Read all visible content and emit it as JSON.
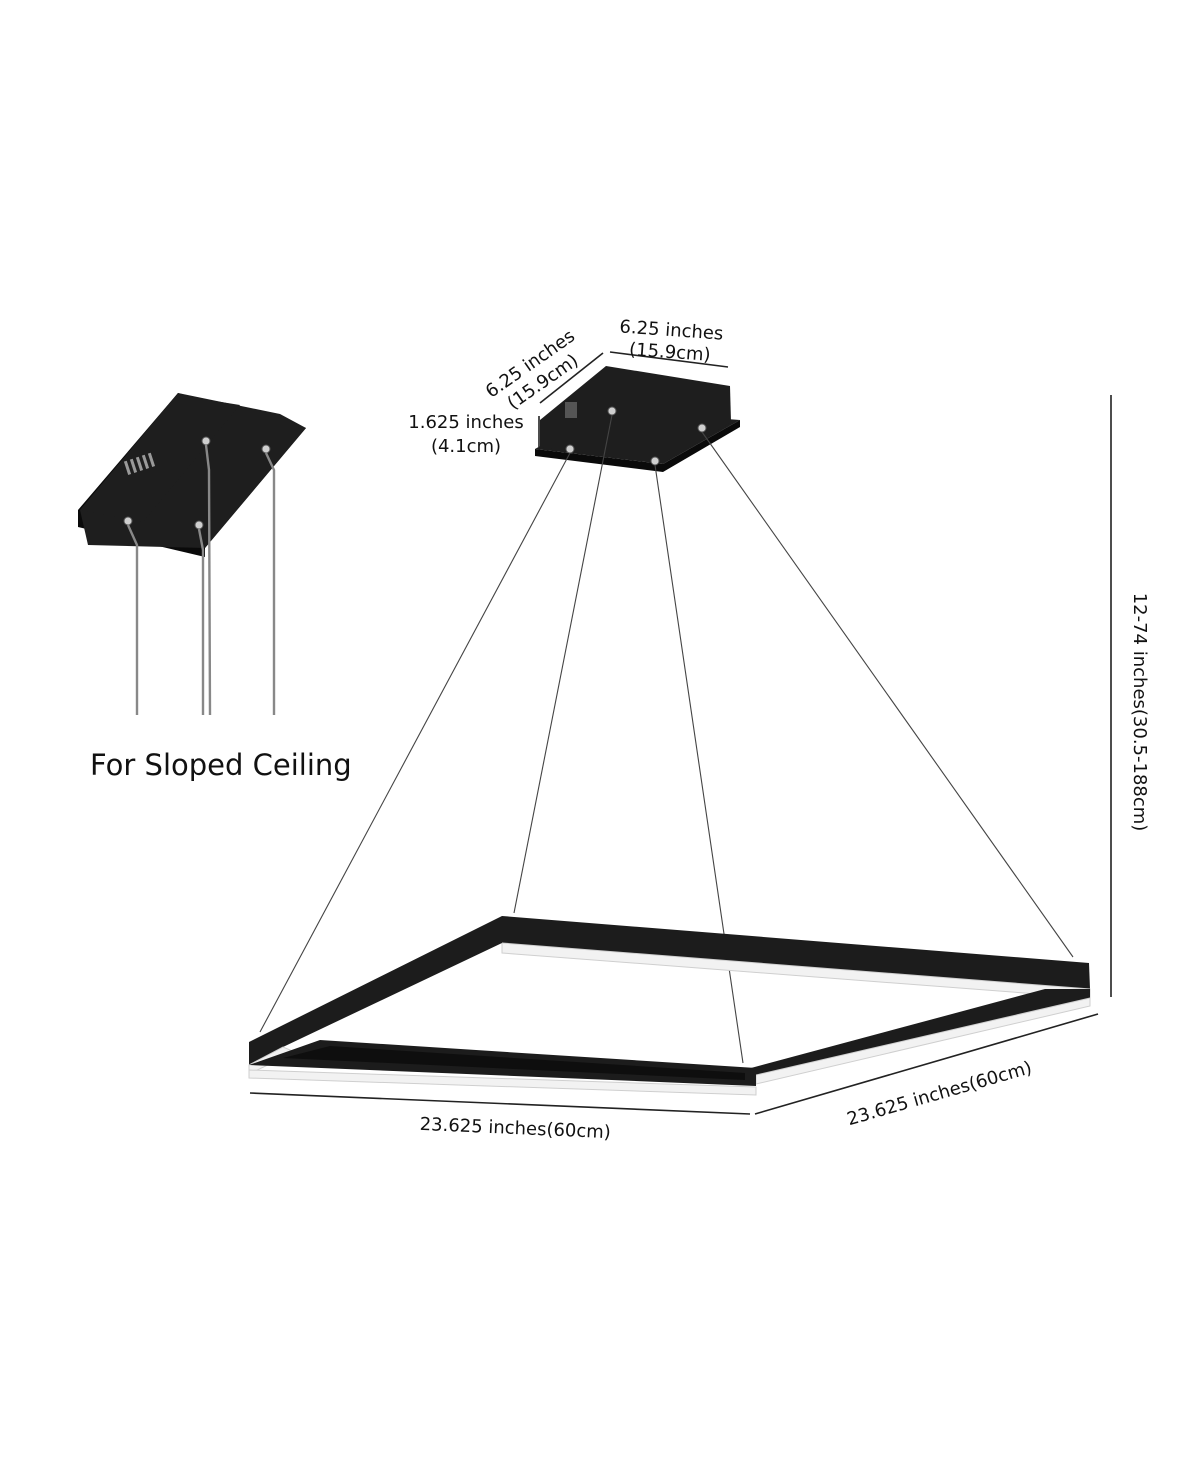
{
  "inset": {
    "caption": "For Sloped Ceiling"
  },
  "dimensions": {
    "canopy_depth": {
      "line1": "6.25 inches",
      "line2": "(15.9cm)"
    },
    "canopy_width": {
      "line1": "6.25 inches",
      "line2": "(15.9cm)"
    },
    "canopy_height": {
      "line1": "1.625 inches",
      "line2": "(4.1cm)"
    },
    "drop_length": "12-74 inches(30.5-188cm)",
    "frame_width_front": "23.625 inches(60cm)",
    "frame_width_side": "23.625 inches(60cm)"
  },
  "colors": {
    "fixture": "#1c1c1c",
    "diffuser": "#f2f2f2",
    "wire": "#444444"
  }
}
